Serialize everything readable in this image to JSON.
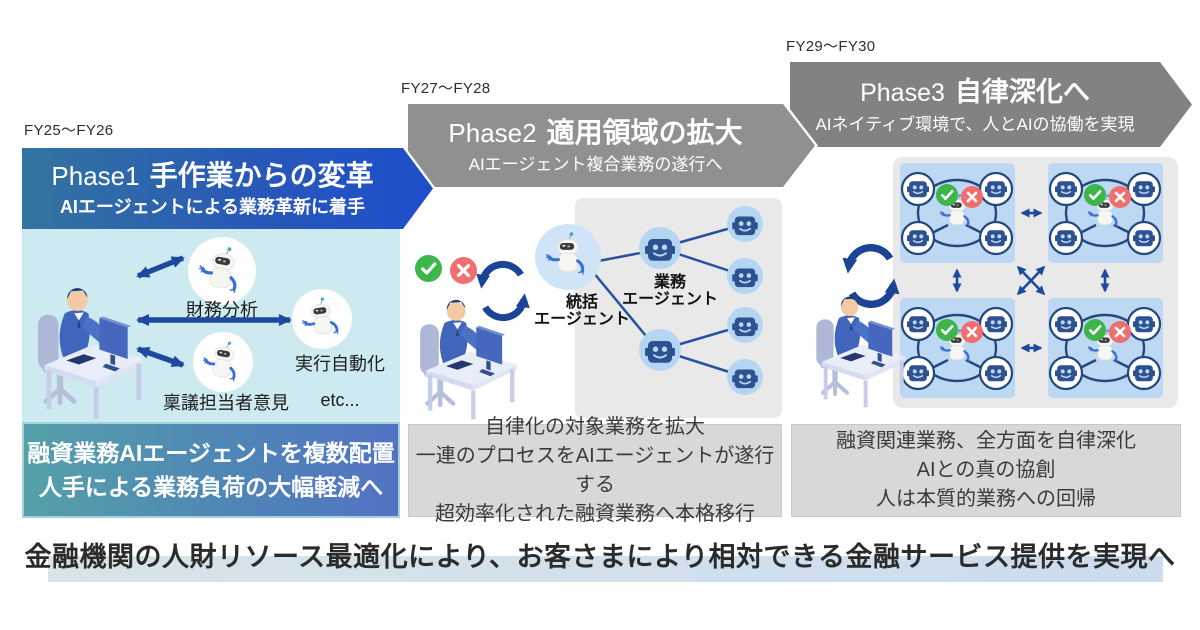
{
  "phases": [
    {
      "fy": "FY25〜FY26",
      "label": "Phase1",
      "title": "手作業からの変革",
      "subtitle": "AIエージェントによる業務革新に着手",
      "agent_labels": {
        "top": "財務分析",
        "right": "実行自動化",
        "bottom": "稟議担当者意見",
        "etc": "etc..."
      },
      "summary_lines": [
        "融資業務AIエージェントを複数配置",
        "人手による業務負荷の大幅軽減へ"
      ]
    },
    {
      "fy": "FY27〜FY28",
      "label": "Phase2",
      "title": "適用領域の拡大",
      "subtitle": "AIエージェント複合業務の遂行へ",
      "coordinator_label_lines": [
        "統括",
        "エージェント"
      ],
      "worker_label_lines": [
        "業務",
        "エージェント"
      ],
      "summary_lines": [
        "自律化の対象業務を拡大",
        "一連のプロセスをAIエージェントが遂行する",
        "超効率化された融資業務へ本格移行"
      ]
    },
    {
      "fy": "FY29〜FY30",
      "label": "Phase3",
      "title": "自律深化へ",
      "subtitle": "AIネイティブ環境で、人とAIの協働を実現",
      "summary_lines": [
        "融資関連業務、全方面を自律深化",
        "AIとの真の協創",
        "人は本質的業務への回帰"
      ]
    }
  ],
  "footer": {
    "text": "金融機関の人財リソース最適化により、お客さまにより相対できる金融サービス提供を実現へ"
  },
  "icons": [
    "person-desk-icon",
    "robot-3d-icon",
    "robot-face-icon",
    "check-icon",
    "cross-icon",
    "cycle-arrows-icon",
    "double-arrow-icon"
  ],
  "colors": {
    "banner1_gradient_start": "#33749f",
    "banner1_gradient_end": "#1e4ecb",
    "banner2_gray": "#909090",
    "banner3_gray": "#828282",
    "panel1_bg": "#cdeaf0",
    "summary1_gradient_start": "#55a0a9",
    "summary1_gradient_end": "#5273c4",
    "summary_gray_bg": "#d8d8da",
    "footer_band_left": "#d7e4e8",
    "footer_band_right": "#ccdcee",
    "check_green": "#3cb549",
    "cross_red": "#f26d6d",
    "arrow_navy": "#1d4a9e",
    "agent_circle_blue": "#b5d6f2",
    "robot_navy": "#2e5191",
    "cluster_square_blue": "#bcd8f2",
    "gray_panel": "#e9e9e9"
  }
}
